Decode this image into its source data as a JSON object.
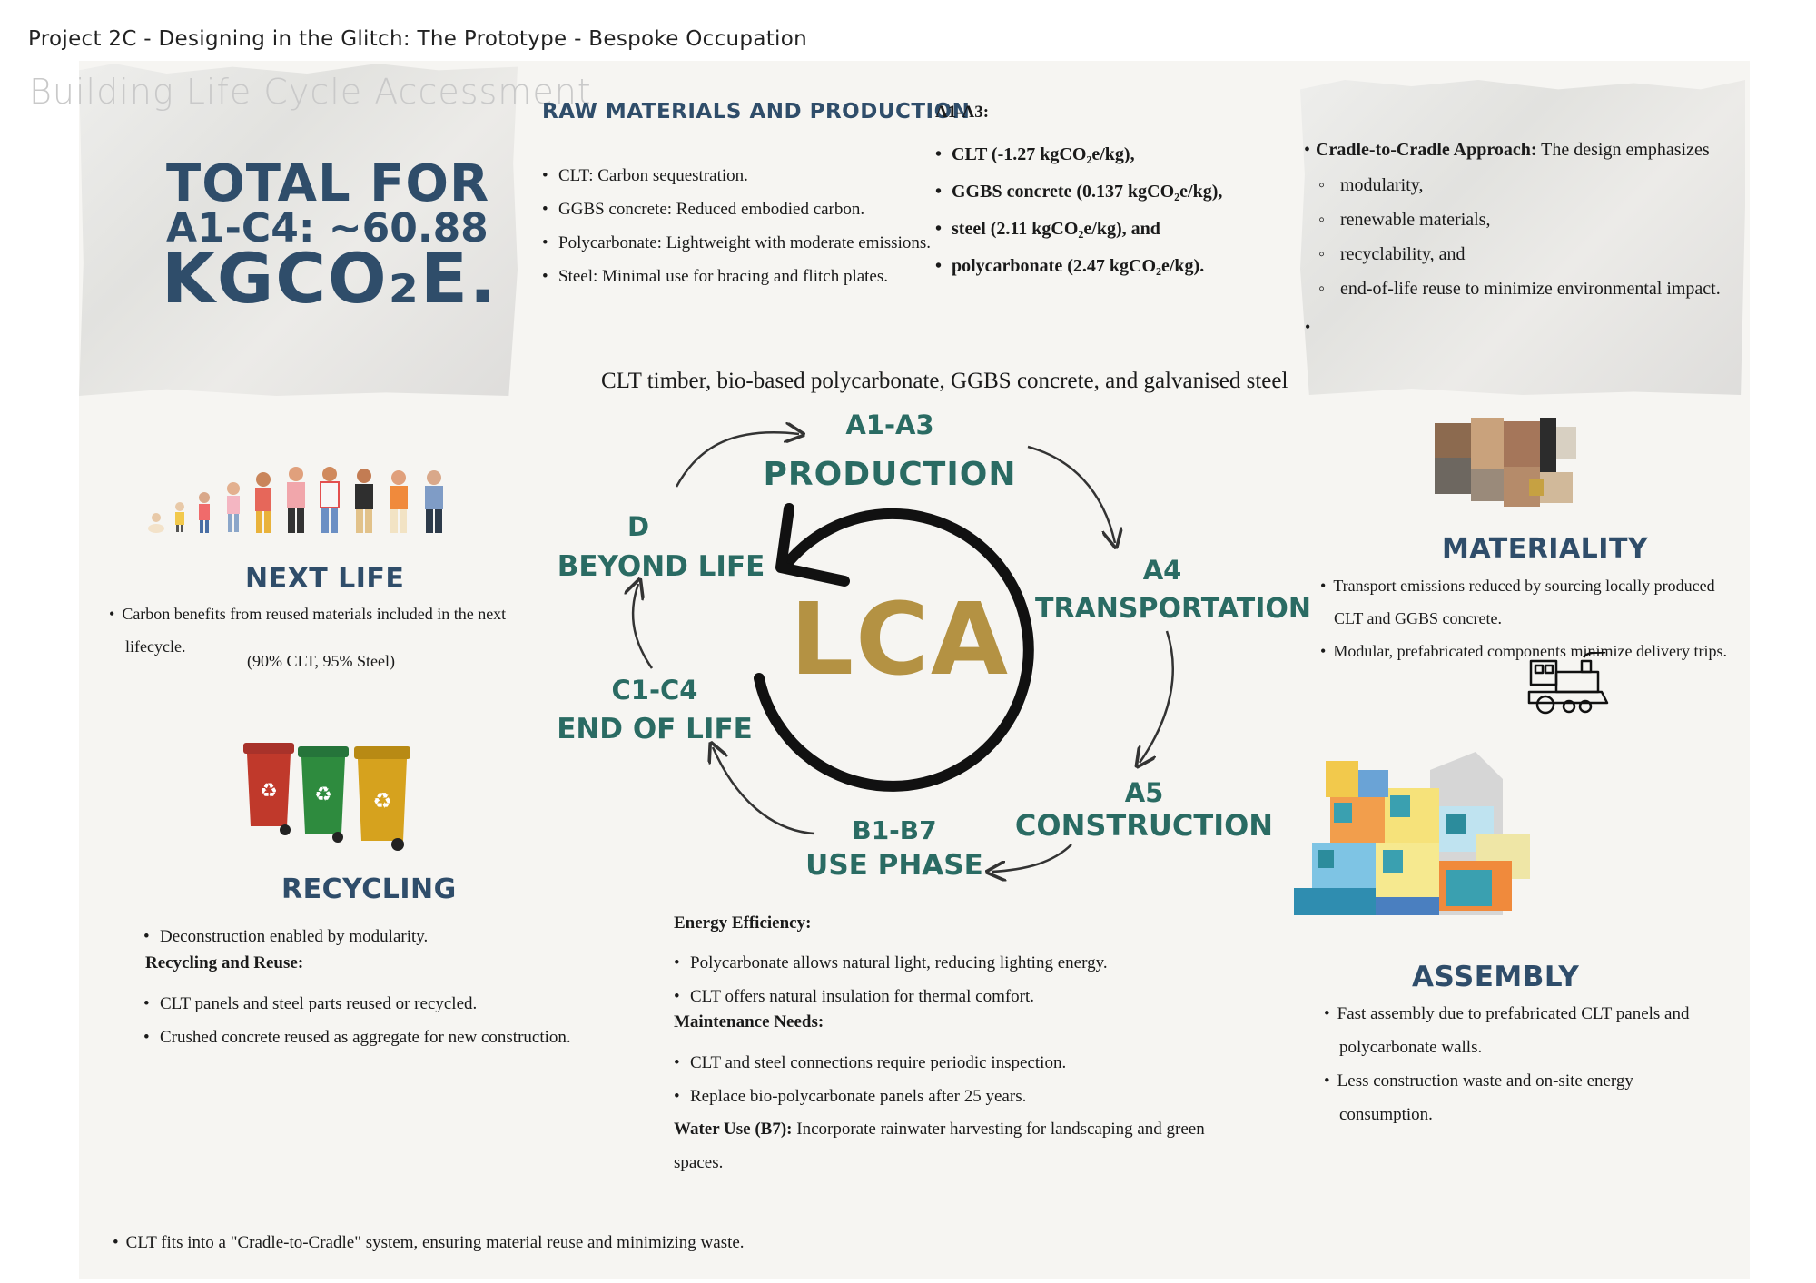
{
  "header": {
    "project": "Project 2C - Designing in the Glitch: The Prototype - Bespoke Occupation",
    "title": "Building Life Cycle Accessment"
  },
  "total": {
    "line1": "TOTAL FOR",
    "line2": "A1-C4: ~60.88",
    "line3": "KGCO₂E."
  },
  "raw_materials": {
    "heading": "RAW MATERIALS AND PRODUCTION",
    "items": [
      "CLT: Carbon sequestration.",
      "GGBS concrete: Reduced embodied carbon.",
      "Polycarbonate: Lightweight with moderate emissions.",
      "Steel: Minimal use for bracing and flitch plates."
    ]
  },
  "a1a3": {
    "heading": "A1-A3:",
    "items": [
      "CLT (-1.27 kgCO₂e/kg),",
      "GGBS concrete (0.137 kgCO₂e/kg),",
      "steel (2.11 kgCO₂e/kg), and",
      "polycarbonate (2.47 kgCO₂e/kg)."
    ]
  },
  "cradle": {
    "lead_bold": "Cradle-to-Cradle Approach:",
    "lead_text": " The design emphasizes",
    "items": [
      "modularity,",
      "renewable materials,",
      "recyclability, and",
      "end-of-life reuse to minimize environmental impact."
    ]
  },
  "materials_line": "CLT timber, bio-based polycarbonate, GGBS concrete, and galvanised steel",
  "cycle": {
    "center": "LCA",
    "stages": {
      "a1a3_code": "A1-A3",
      "a1a3_name": "PRODUCTION",
      "a4_code": "A4",
      "a4_name": "TRANSPORTATION",
      "a5_code": "A5",
      "a5_name": "CONSTRUCTION",
      "b_code": "B1-B7",
      "b_name": "USE PHASE",
      "c_code": "C1-C4",
      "c_name": "END OF LIFE",
      "d_code": "D",
      "d_name": "BEYOND LIFE"
    }
  },
  "next_life": {
    "heading": "NEXT LIFE",
    "item_line1": "Carbon benefits from reused materials included in the next",
    "item_line2": "lifecycle.",
    "note": "(90% CLT, 95% Steel)"
  },
  "recycling": {
    "heading": "RECYCLING",
    "item1": "Deconstruction enabled by modularity.",
    "subheading": "Recycling and Reuse:",
    "items": [
      "CLT panels and steel parts reused or recycled.",
      "Crushed concrete reused as aggregate for new construction."
    ]
  },
  "use_phase": {
    "energy_heading": "Energy Efficiency:",
    "energy_items": [
      "Polycarbonate allows natural light, reducing lighting energy.",
      "CLT offers natural insulation for thermal comfort."
    ],
    "maintenance_heading": "Maintenance Needs:",
    "maintenance_items": [
      "CLT and steel connections require periodic inspection.",
      "Replace bio-polycarbonate panels after 25 years."
    ],
    "water_bold": "Water Use (B7):",
    "water_text": " Incorporate rainwater harvesting for landscaping and green",
    "water_text2": "spaces."
  },
  "materiality": {
    "heading": "MATERIALITY",
    "item1_line1": "Transport emissions reduced by sourcing locally produced",
    "item1_line2": "CLT and GGBS concrete.",
    "item2": "Modular, prefabricated components minimize delivery trips."
  },
  "assembly": {
    "heading": "ASSEMBLY",
    "item1_line1": "Fast assembly due to prefabricated CLT panels and",
    "item1_line2": "polycarbonate walls.",
    "item2_line1": "Less construction waste and on-site energy",
    "item2_line2": "consumption."
  },
  "footer_note": "CLT fits into a \"Cradle-to-Cradle\" system, ensuring material reuse and minimizing waste.",
  "colors": {
    "navy": "#2f4d6a",
    "teal": "#2a6b63",
    "gold": "#b49243",
    "bin_red": "#c0392b",
    "bin_green": "#2e8b3e",
    "bin_yellow": "#d6a21e"
  }
}
